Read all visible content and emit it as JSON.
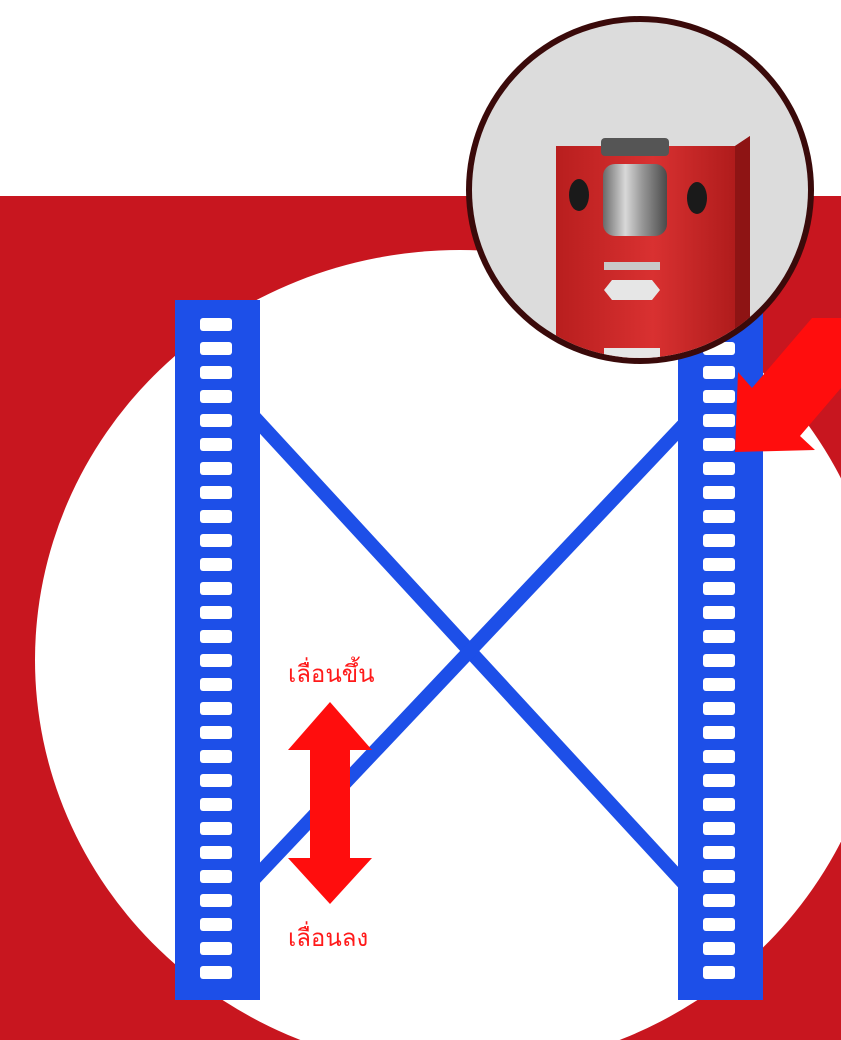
{
  "colors": {
    "background": "#ffffff",
    "red_band": "#c8161f",
    "circle": "#ffffff",
    "rack_blue": "#1d4fe8",
    "arrow_red": "#ff0d0d",
    "label_red": "#ff1a1a",
    "inset_ring": "#3a0a0a",
    "inset_bg": "#dcdcdc",
    "inset_upright": "#d42a2a"
  },
  "labels": {
    "move_up": "เลื่อนขึ้น",
    "move_down": "เลื่อนลง"
  },
  "icons": {
    "double_arrow": "double-vertical-arrow-icon",
    "pointer_arrow": "pointer-arrow-icon",
    "inset": "upright-clip-photo"
  }
}
